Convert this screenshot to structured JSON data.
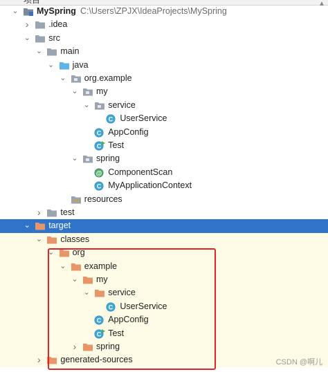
{
  "window": {
    "top_label": "项目"
  },
  "tree": [
    {
      "label": "MySpring",
      "path": "C:\\Users\\ZPJX\\IdeaProjects\\MySpring",
      "bold": true,
      "depth": 0,
      "arrow": "down",
      "icon": "module-folder-icon",
      "icon_color": "#7a8a9a",
      "name": "tree-item-myspring"
    },
    {
      "label": ".idea",
      "depth": 1,
      "arrow": "right",
      "icon": "folder-icon",
      "icon_color": "#9aa5b1",
      "name": "tree-item-idea"
    },
    {
      "label": "src",
      "depth": 1,
      "arrow": "down",
      "icon": "folder-icon",
      "icon_color": "#9aa5b1",
      "name": "tree-item-src"
    },
    {
      "label": "main",
      "depth": 2,
      "arrow": "down",
      "icon": "folder-icon",
      "icon_color": "#9aa5b1",
      "name": "tree-item-main"
    },
    {
      "label": "java",
      "depth": 3,
      "arrow": "down",
      "icon": "source-folder-icon",
      "icon_color": "#5fb3e6",
      "name": "tree-item-java"
    },
    {
      "label": "org.example",
      "depth": 4,
      "arrow": "down",
      "icon": "package-icon",
      "icon_color": "#9aa5b1",
      "name": "tree-item-org-example"
    },
    {
      "label": "my",
      "depth": 5,
      "arrow": "down",
      "icon": "package-icon",
      "icon_color": "#9aa5b1",
      "name": "tree-item-my"
    },
    {
      "label": "service",
      "depth": 6,
      "arrow": "down",
      "icon": "package-icon",
      "icon_color": "#9aa5b1",
      "name": "tree-item-service"
    },
    {
      "label": "UserService",
      "depth": 7,
      "arrow": "none",
      "icon": "class-icon",
      "icon_color": "#3fa7d9",
      "name": "tree-item-userservice"
    },
    {
      "label": "AppConfig",
      "depth": 6,
      "arrow": "none",
      "icon": "class-icon",
      "icon_color": "#3fa7d9",
      "name": "tree-item-appconfig"
    },
    {
      "label": "Test",
      "depth": 6,
      "arrow": "none",
      "icon": "main-class-icon",
      "icon_color": "#3fa7d9",
      "name": "tree-item-test"
    },
    {
      "label": "spring",
      "depth": 5,
      "arrow": "down",
      "icon": "package-icon",
      "icon_color": "#9aa5b1",
      "name": "tree-item-spring"
    },
    {
      "label": "ComponentScan",
      "depth": 6,
      "arrow": "none",
      "icon": "annotation-icon",
      "icon_color": "#54a85a",
      "name": "tree-item-componentscan"
    },
    {
      "label": "MyApplicationContext",
      "depth": 6,
      "arrow": "none",
      "icon": "class-icon",
      "icon_color": "#3fa7d9",
      "name": "tree-item-myapplicationcontext"
    },
    {
      "label": "resources",
      "depth": 4,
      "arrow": "none",
      "icon": "resources-folder-icon",
      "icon_color": "#9aa5b1",
      "name": "tree-item-resources"
    },
    {
      "label": "test",
      "depth": 2,
      "arrow": "right",
      "icon": "folder-icon",
      "icon_color": "#9aa5b1",
      "name": "tree-item-test-folder"
    },
    {
      "label": "target",
      "depth": 1,
      "arrow": "down",
      "icon": "excluded-folder-icon",
      "icon_color": "#e8956a",
      "name": "tree-item-target",
      "state": "selected"
    },
    {
      "label": "classes",
      "depth": 2,
      "arrow": "down",
      "icon": "excluded-folder-icon",
      "icon_color": "#e8956a",
      "name": "tree-item-classes",
      "state": "highlight"
    },
    {
      "label": "org",
      "depth": 3,
      "arrow": "down",
      "icon": "excluded-folder-icon",
      "icon_color": "#e8956a",
      "name": "tree-item-org",
      "state": "highlight"
    },
    {
      "label": "example",
      "depth": 4,
      "arrow": "down",
      "icon": "excluded-folder-icon",
      "icon_color": "#e8956a",
      "name": "tree-item-example",
      "state": "highlight"
    },
    {
      "label": "my",
      "depth": 5,
      "arrow": "down",
      "icon": "excluded-folder-icon",
      "icon_color": "#e8956a",
      "name": "tree-item-target-my",
      "state": "highlight"
    },
    {
      "label": "service",
      "depth": 6,
      "arrow": "down",
      "icon": "excluded-folder-icon",
      "icon_color": "#e8956a",
      "name": "tree-item-target-service",
      "state": "highlight"
    },
    {
      "label": "UserService",
      "depth": 7,
      "arrow": "none",
      "icon": "class-icon",
      "icon_color": "#3fa7d9",
      "name": "tree-item-target-userservice",
      "state": "highlight"
    },
    {
      "label": "AppConfig",
      "depth": 6,
      "arrow": "none",
      "icon": "class-icon",
      "icon_color": "#3fa7d9",
      "name": "tree-item-target-appconfig",
      "state": "highlight"
    },
    {
      "label": "Test",
      "depth": 6,
      "arrow": "none",
      "icon": "main-class-icon",
      "icon_color": "#3fa7d9",
      "name": "tree-item-target-test",
      "state": "highlight"
    },
    {
      "label": "spring",
      "depth": 5,
      "arrow": "right",
      "icon": "excluded-folder-icon",
      "icon_color": "#e8956a",
      "name": "tree-item-target-spring",
      "state": "highlight"
    },
    {
      "label": "generated-sources",
      "depth": 2,
      "arrow": "right",
      "icon": "excluded-folder-icon",
      "icon_color": "#e8956a",
      "name": "tree-item-generated-sources",
      "state": "highlight"
    }
  ],
  "watermark": "CSDN @啊儿"
}
